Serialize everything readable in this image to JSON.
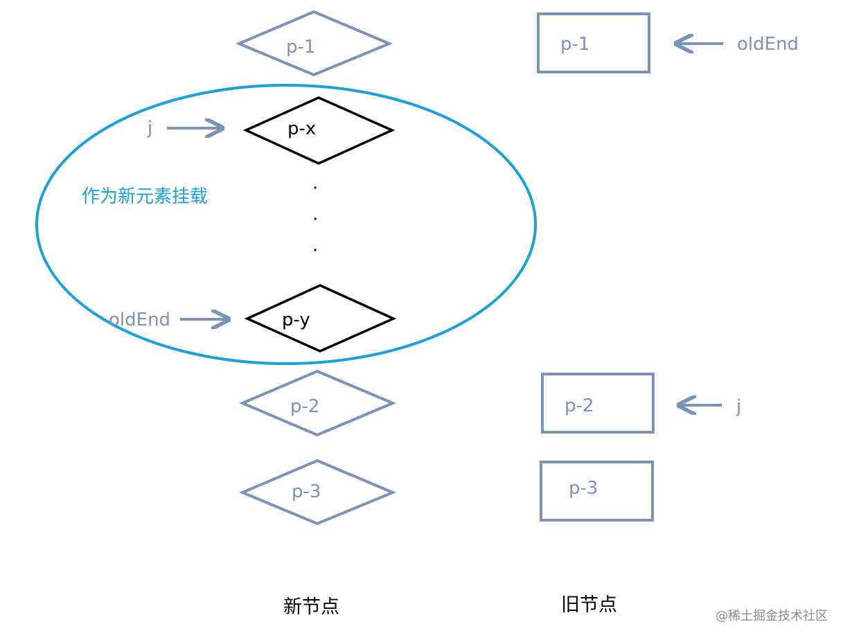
{
  "colors": {
    "node": "#7892b8",
    "highlight_node": "#000000",
    "ellipse": "#1aa0dc",
    "ellipse_label": "#1aa0dc",
    "watermark": "#8a8a8a"
  },
  "new_nodes": {
    "p1": "p-1",
    "px": "p-x",
    "py": "p-y",
    "p2": "p-2",
    "p3": "p-3",
    "ellipsis": "·"
  },
  "old_nodes": {
    "p1": "p-1",
    "p2": "p-2",
    "p3": "p-3"
  },
  "pointers": {
    "new_j": "j",
    "new_oldend": "oldEnd",
    "old_oldend": "oldEnd",
    "old_j": "j"
  },
  "ellipse_label": "作为新元素挂载",
  "columns": {
    "new_label": "新节点",
    "old_label": "旧节点"
  },
  "watermark": "@稀土掘金技术社区"
}
